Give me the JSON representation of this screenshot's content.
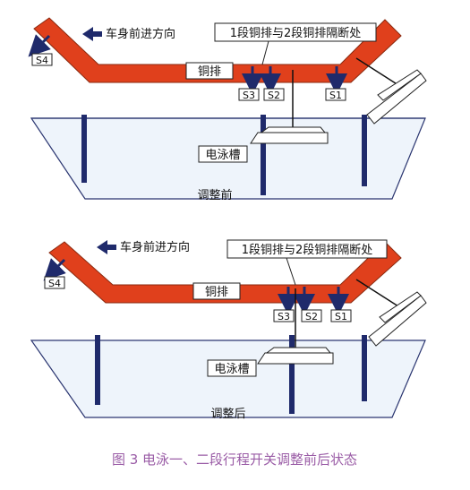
{
  "top": {
    "direction_label": "车身前进方向",
    "break_label": "1段铜排与2段铜排隔断处",
    "bar_label": "铜排",
    "tank_label": "电泳槽",
    "s4": "S4",
    "s3": "S3",
    "s2": "S2",
    "s1": "S1",
    "caption": "调整前"
  },
  "bottom": {
    "direction_label": "车身前进方向",
    "break_label": "1段铜排与2段铜排隔断处",
    "bar_label": "铜排",
    "tank_label": "电泳槽",
    "s4": "S4",
    "s3": "S3",
    "s2": "S2",
    "s1": "S1",
    "caption": "调整后"
  },
  "figure_caption": "图 3   电泳一、二段行程开关调整前后状态",
  "colors": {
    "busbar": "#e0401c",
    "busbar_stroke": "#8a2a10",
    "arrow": "#1f2a6b",
    "caption": "#9a5ca6"
  }
}
